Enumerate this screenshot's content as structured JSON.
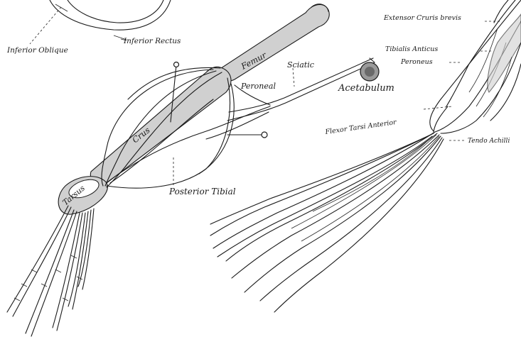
{
  "labels": {
    "inferior_oblique": "Inferior Oblique",
    "inferior_rectus": "Inferior Rectus",
    "femur": "Femur",
    "sciatic": "Sciatic",
    "peroneal": "Peroneal",
    "acetabulum": "Acetabulum",
    "crus": "Crus",
    "posterior_tibial": "Posterior Tibial",
    "tarsus": "Tarsus",
    "extensor_cruris_brevis": "Extensor Cruris brevis",
    "tibialis_anticus": "Tibialis Anticus",
    "peroneus": "Peroneus",
    "flexor_tarsi_anterior": "Flexor Tarsi Anterior",
    "tendo_achillis": "Tendo Achilli"
  },
  "colors": {
    "ink": "#1a1a1a",
    "bone_fill": "#d0d0d0",
    "background": "#ffffff"
  }
}
